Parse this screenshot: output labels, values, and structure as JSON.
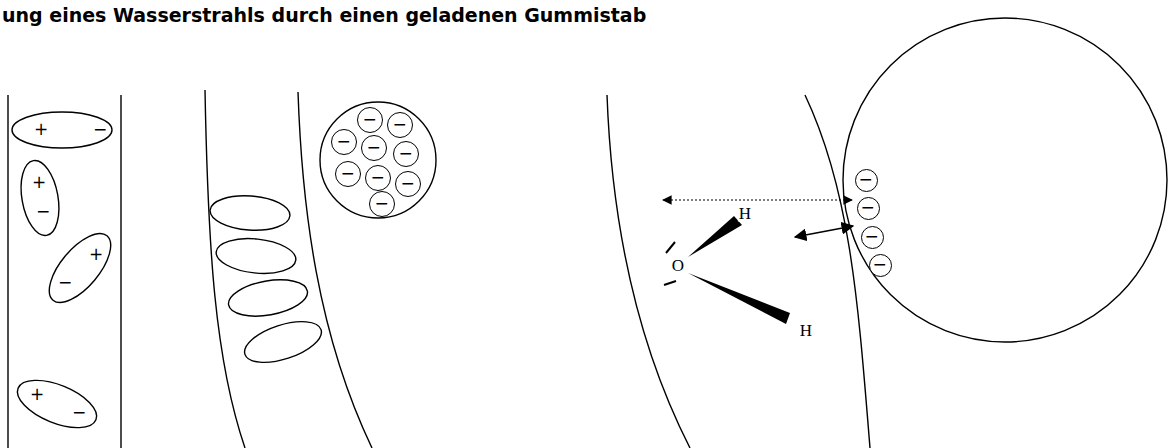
{
  "diagram": {
    "title": "ung eines Wasserstrahls durch einen geladenen Gummistab",
    "nodes": [
      {
        "text": [
          "+",
          "−"
        ]
      },
      {
        "text": [
          "+",
          "−"
        ]
      },
      {
        "text": [
          "+",
          "−"
        ]
      },
      {
        "text": [
          "+",
          "−"
        ]
      },
      {
        "text": [
          "−"
        ]
      },
      {
        "text": [
          "−"
        ]
      },
      {
        "text": [
          "−"
        ]
      },
      {
        "text": [
          "−"
        ]
      },
      {
        "text": [
          "−"
        ]
      },
      {
        "text": [
          "−"
        ]
      },
      {
        "text": [
          "−"
        ]
      },
      {
        "text": [
          "−"
        ]
      },
      {
        "text": [
          "−"
        ]
      },
      {
        "text": [
          "−"
        ]
      },
      {
        "text": [
          "−"
        ]
      },
      {
        "text": [
          "−"
        ]
      },
      {
        "text": [
          "−"
        ]
      }
    ],
    "labels": [
      "H",
      "O",
      "H"
    ]
  }
}
